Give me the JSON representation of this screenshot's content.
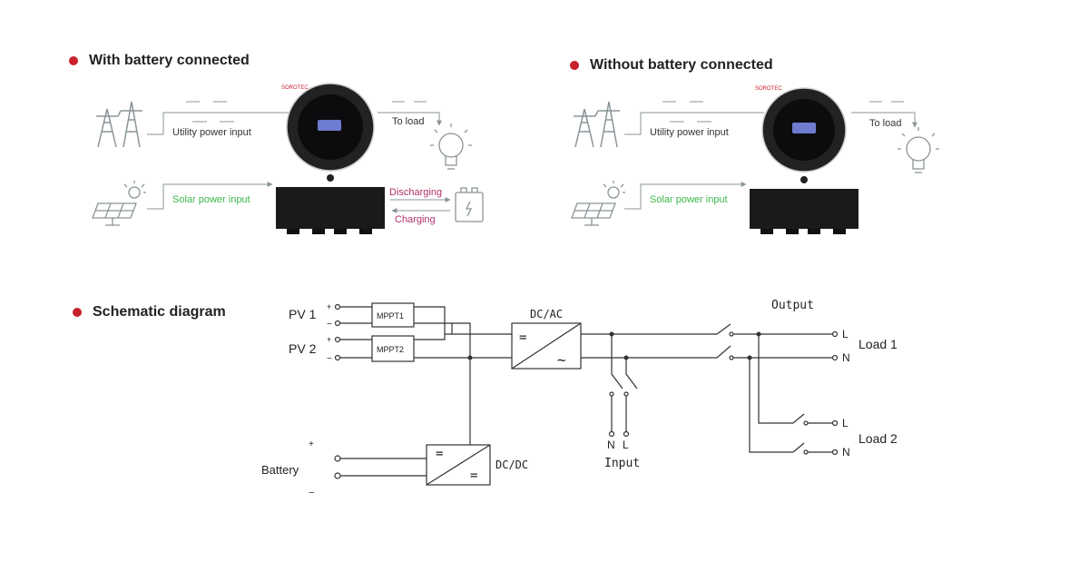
{
  "sections": {
    "with_battery": "With battery connected",
    "without_battery": "Without battery connected",
    "schematic": "Schematic diagram"
  },
  "with_battery_panel": {
    "brand": "SOROTEC",
    "utility": "Utility power input",
    "to_load": "To load",
    "solar": "Solar power input",
    "discharging": "Discharging",
    "charging": "Charging"
  },
  "without_battery_panel": {
    "brand": "SOROTEC",
    "utility": "Utility power input",
    "to_load": "To load",
    "solar": "Solar power input"
  },
  "schematic": {
    "pv1": "PV 1",
    "pv2": "PV 2",
    "plus": "+",
    "minus": "−",
    "mppt1": "MPPT1",
    "mppt2": "MPPT2",
    "dcac": "DC/AC",
    "dcdc": "DC/DC",
    "battery": "Battery",
    "battery_plus": "+",
    "battery_minus": "−",
    "output": "Output",
    "load1": "Load  1",
    "load2": "Load  2",
    "L": "L",
    "N": "N",
    "input": "Input",
    "dc_symbol": "=",
    "ac_symbol": "~"
  },
  "colors": {
    "bullet": "#c8202d",
    "solar_text": "#3cb84a",
    "battery_text": "#b0306a",
    "line_gray": "#8a9498",
    "schematic_line": "#333333"
  }
}
